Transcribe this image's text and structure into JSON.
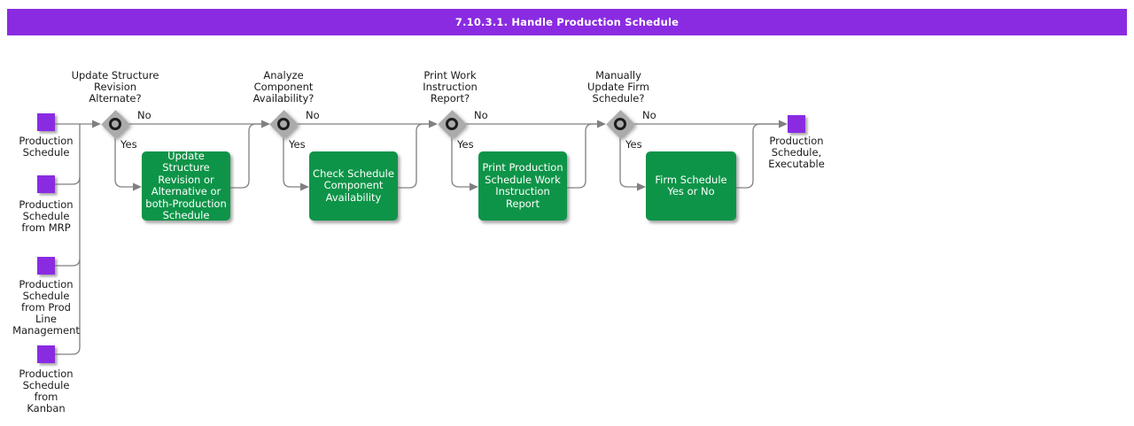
{
  "title": "7.10.3.1. Handle Production Schedule",
  "colors": {
    "accent_purple": "#8A2BE2",
    "process_green": "#0E9448",
    "diamond_gray": "#ABABAB",
    "line_gray": "#808080"
  },
  "inputs": [
    {
      "label": "Production\nSchedule"
    },
    {
      "label": "Production\nSchedule\nfrom MRP"
    },
    {
      "label": "Production\nSchedule\nfrom Prod\nLine\nManagement"
    },
    {
      "label": "Production\nSchedule\nfrom\nKanban"
    }
  ],
  "output": {
    "label": "Production\nSchedule,\nExecutable"
  },
  "decisions": [
    {
      "question": "Update Structure\nRevision\nAlternate?",
      "no": "No",
      "yes": "Yes"
    },
    {
      "question": "Analyze\nComponent\nAvailability?",
      "no": "No",
      "yes": "Yes"
    },
    {
      "question": "Print Work\nInstruction\nReport?",
      "no": "No",
      "yes": "Yes"
    },
    {
      "question": "Manually\nUpdate Firm\nSchedule?",
      "no": "No",
      "yes": "Yes"
    }
  ],
  "processes": [
    {
      "label": "Update Structure\nRevision or\nAlternative or\nboth-Production\nSchedule"
    },
    {
      "label": "Check Schedule\nComponent\nAvailability"
    },
    {
      "label": "Print Production\nSchedule Work\nInstruction\nReport"
    },
    {
      "label": "Firm Schedule\nYes or No"
    }
  ]
}
